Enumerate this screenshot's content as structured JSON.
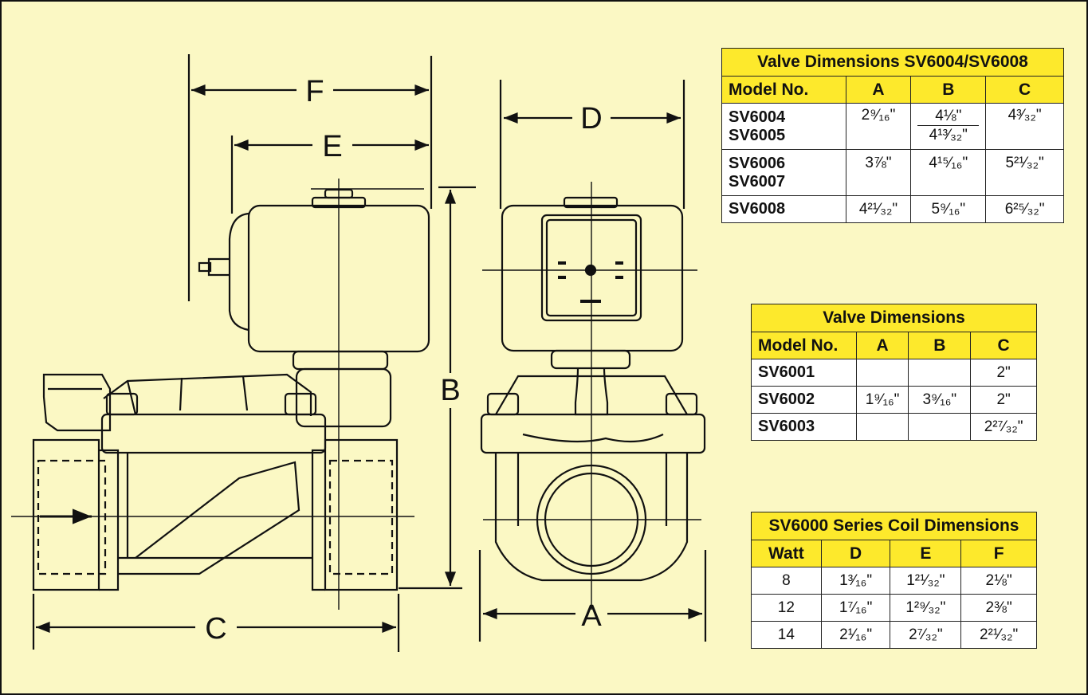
{
  "diagram": {
    "labels": {
      "a": "A",
      "b": "B",
      "c": "C",
      "d": "D",
      "e": "E",
      "f": "F"
    },
    "colors": {
      "background": "#fbf8c4",
      "header": "#fde92c",
      "line": "#111111"
    }
  },
  "table_main": {
    "title": "Valve Dimensions SV6004/SV6008",
    "headers": [
      "Model No.",
      "A",
      "B",
      "C"
    ],
    "rows": [
      {
        "model1": "SV6004",
        "model2": "SV6005",
        "a": "2⁹⁄₁₆\"",
        "b1": "4⅛\"",
        "b2": "4¹³⁄₃₂\"",
        "c": "4³⁄₃₂\""
      },
      {
        "model1": "SV6006",
        "model2": "SV6007",
        "a": "3⅞\"",
        "b": "4¹⁵⁄₁₆\"",
        "c": "5²¹⁄₃₂\""
      },
      {
        "model1": "SV6008",
        "a": "4²¹⁄₃₂\"",
        "b": "5⁹⁄₁₆\"",
        "c": "6²⁵⁄₃₂\""
      }
    ]
  },
  "table_small": {
    "title": "Valve Dimensions",
    "headers": [
      "Model No.",
      "A",
      "B",
      "C"
    ],
    "rows": [
      {
        "model": "SV6001",
        "a": "",
        "b": "",
        "c": "2\""
      },
      {
        "model": "SV6002",
        "a": "1⁹⁄₁₆\"",
        "b": "3⁹⁄₁₆\"",
        "c": "2\""
      },
      {
        "model": "SV6003",
        "a": "",
        "b": "",
        "c": "2²⁷⁄₃₂\""
      }
    ]
  },
  "table_coil": {
    "title": "SV6000 Series Coil Dimensions",
    "headers": [
      "Watt",
      "D",
      "E",
      "F"
    ],
    "rows": [
      {
        "watt": "8",
        "d": "1³⁄₁₆\"",
        "e": "1²¹⁄₃₂\"",
        "f": "2⅛\""
      },
      {
        "watt": "12",
        "d": "1⁷⁄₁₆\"",
        "e": "1²⁹⁄₃₂\"",
        "f": "2⅜\""
      },
      {
        "watt": "14",
        "d": "2¹⁄₁₆\"",
        "e": "2⁷⁄₃₂\"",
        "f": "2²¹⁄₃₂\""
      }
    ]
  }
}
